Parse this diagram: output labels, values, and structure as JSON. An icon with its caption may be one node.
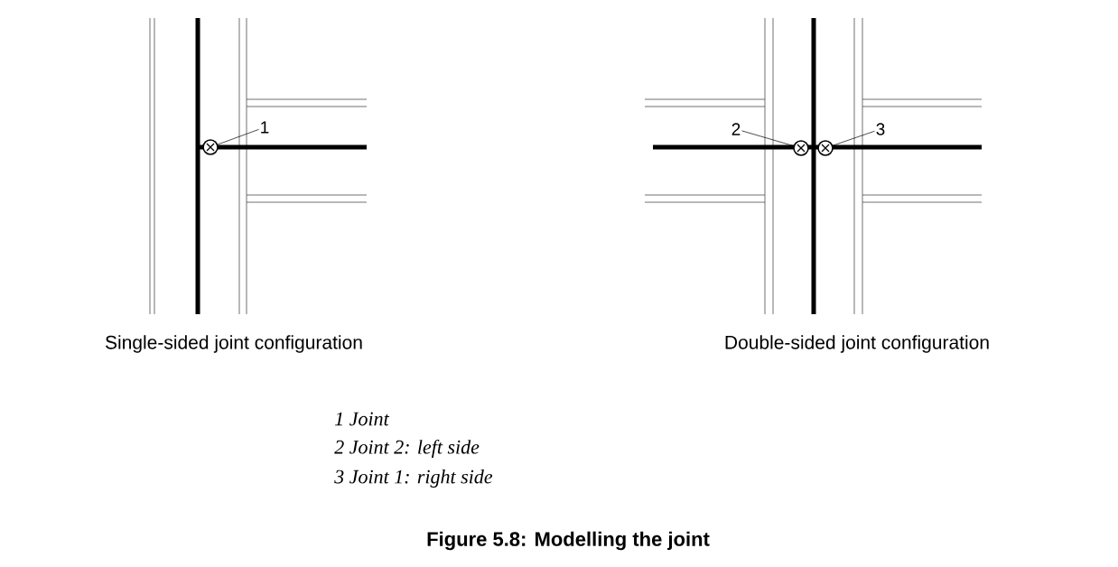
{
  "diagram": {
    "caption": "Figure 5.8: Modelling the joint",
    "nodes": [
      {
        "text": [
          "1"
        ]
      },
      {
        "text": [],
        "shape": "circle"
      },
      {
        "text": [
          "2"
        ]
      },
      {
        "text": [],
        "shape": "circle"
      },
      {
        "text": [
          "3"
        ]
      },
      {
        "text": [],
        "shape": "circle"
      }
    ],
    "edges": [
      {
        "from": 0,
        "to": 1,
        "arrow": "none"
      },
      {
        "from": 2,
        "to": 3,
        "arrow": "none"
      },
      {
        "from": 4,
        "to": 5,
        "arrow": "none"
      }
    ],
    "labels": [
      "Single-sided joint configuration",
      "Double-sided joint configuration",
      "1 Joint",
      "2 Joint 2: left side",
      "3 Joint 1: right side"
    ]
  }
}
